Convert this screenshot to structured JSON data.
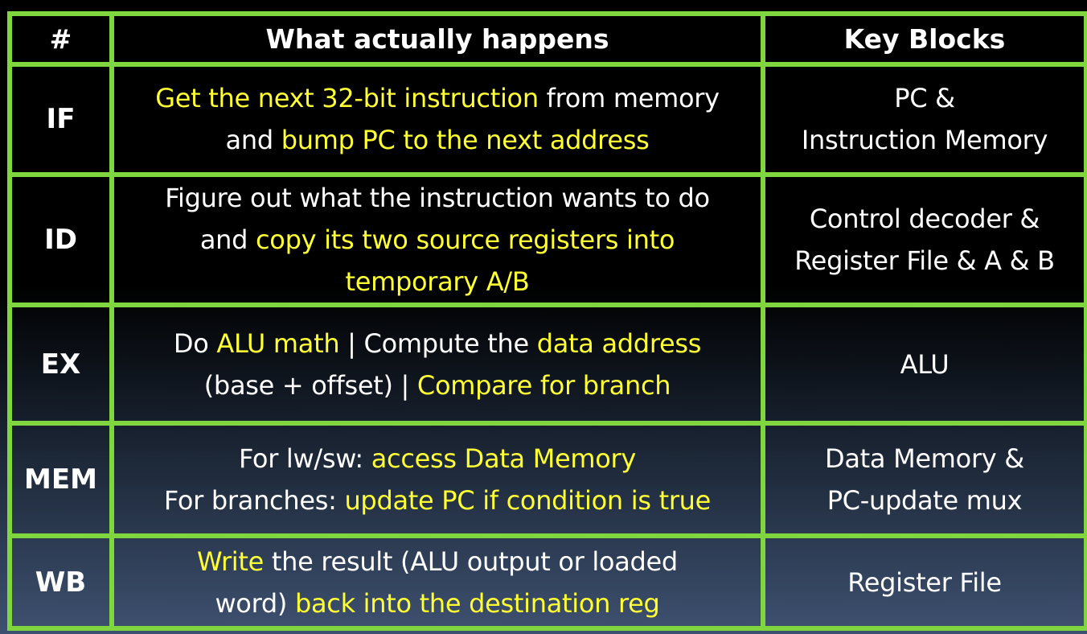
{
  "header": {
    "num": "#",
    "what": "What actually happens",
    "blocks": "Key Blocks"
  },
  "rows": [
    {
      "stage": "IF",
      "lines": [
        [
          {
            "t": "Get the next 32-bit instruction",
            "hl": true
          },
          {
            "t": " from memory",
            "hl": false
          }
        ],
        [
          {
            "t": "and ",
            "hl": false
          },
          {
            "t": "bump PC to the next address",
            "hl": true
          }
        ]
      ],
      "blocks": [
        "PC &",
        "Instruction Memory"
      ]
    },
    {
      "stage": "ID",
      "lines": [
        [
          {
            "t": "Figure out what the instruction wants to do",
            "hl": false
          }
        ],
        [
          {
            "t": "and ",
            "hl": false
          },
          {
            "t": "copy its two source registers into",
            "hl": true
          }
        ],
        [
          {
            "t": "temporary A/B",
            "hl": true
          }
        ]
      ],
      "blocks": [
        "Control decoder &",
        "Register File & A & B"
      ]
    },
    {
      "stage": "EX",
      "lines": [
        [
          {
            "t": "Do ",
            "hl": false
          },
          {
            "t": "ALU math",
            "hl": true
          },
          {
            "t": " | Compute the ",
            "hl": false
          },
          {
            "t": "data address",
            "hl": true
          }
        ],
        [
          {
            "t": "(base + offset) | ",
            "hl": false
          },
          {
            "t": "Compare for branch",
            "hl": true
          }
        ]
      ],
      "blocks": [
        "ALU"
      ]
    },
    {
      "stage": "MEM",
      "lines": [
        [
          {
            "t": "For lw/sw: ",
            "hl": false
          },
          {
            "t": "access Data Memory",
            "hl": true
          }
        ],
        [
          {
            "t": "For branches: ",
            "hl": false
          },
          {
            "t": "update PC if condition is true",
            "hl": true
          }
        ]
      ],
      "blocks": [
        "Data Memory &",
        "PC-update mux"
      ]
    },
    {
      "stage": "WB",
      "lines": [
        [
          {
            "t": "Write",
            "hl": true
          },
          {
            "t": " the result (ALU output or loaded",
            "hl": false
          }
        ],
        [
          {
            "t": "word) ",
            "hl": false
          },
          {
            "t": "back into the destination reg",
            "hl": true
          }
        ]
      ],
      "blocks": [
        "Register File"
      ]
    }
  ],
  "colors": {
    "border": "#7fd63f",
    "highlight": "#ffff33",
    "text": "#ffffff"
  }
}
